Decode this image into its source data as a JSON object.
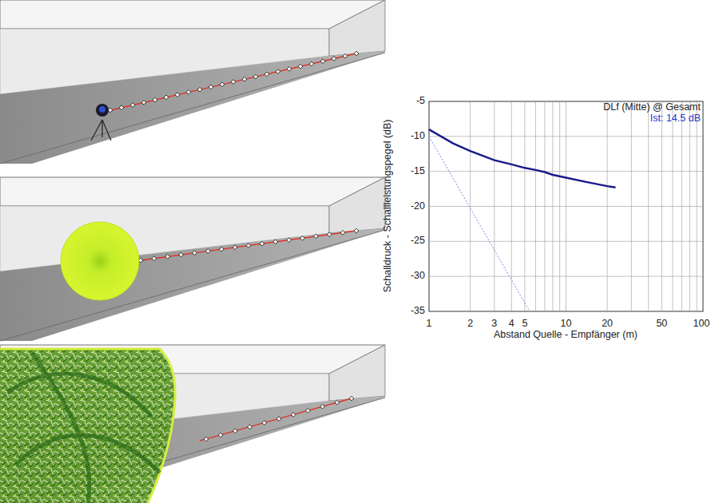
{
  "diagram": {
    "labels": [
      "-5",
      "-10",
      "-15",
      "-20",
      "-25",
      "-30",
      "-35",
      "1",
      "2",
      "3",
      "4",
      "5",
      "10",
      "20",
      "50",
      "100",
      "Schalldruck - Schallleistungspegel (dB)",
      "Abstand Quelle - Empfänger (m)",
      "DLf (Mitte) @ Gesamt",
      "Ist: 14.5 dB"
    ]
  }
}
